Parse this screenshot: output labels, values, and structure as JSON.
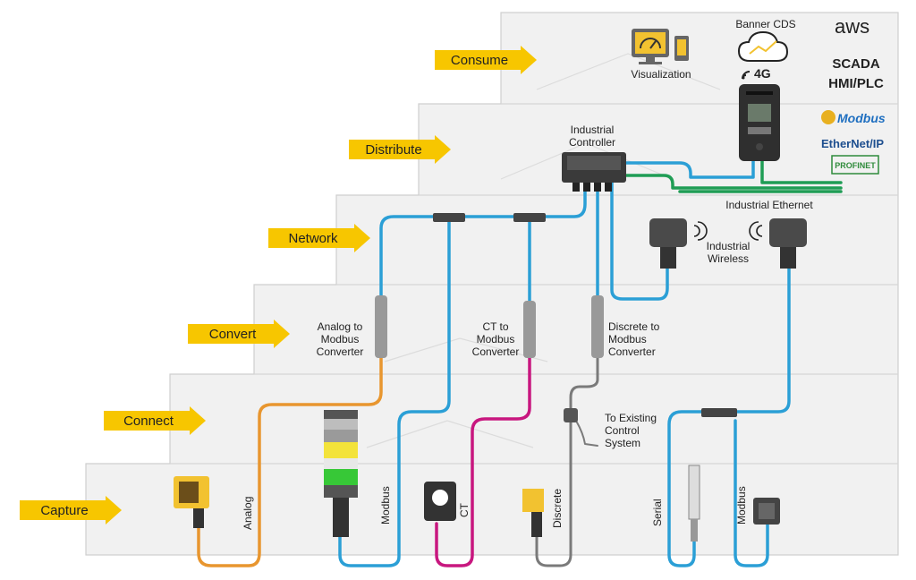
{
  "layers": [
    {
      "name": "Consume"
    },
    {
      "name": "Distribute"
    },
    {
      "name": "Network"
    },
    {
      "name": "Convert"
    },
    {
      "name": "Connect"
    },
    {
      "name": "Capture"
    }
  ],
  "cloud": {
    "visualization": "Visualization",
    "banner_cds": "Banner CDS",
    "cell": "4G",
    "aws": "aws",
    "scada": "SCADA",
    "hmi": "HMI/PLC"
  },
  "protocols": [
    "Modbus",
    "EtherNet/IP",
    "PROFINET"
  ],
  "labels": {
    "industrial_controller": "Industrial\nController",
    "industrial_ethernet": "Industrial Ethernet",
    "industrial_wireless": "Industrial\nWireless",
    "analog_converter": "Analog to\nModbus\nConverter",
    "ct_converter": "CT to\nModbus\nConverter",
    "discrete_converter": "Discrete to\nModbus\nConverter",
    "existing_system": "To Existing\nControl\nSystem"
  },
  "cable_labels": {
    "analog": "Analog",
    "modbus1": "Modbus",
    "ct": "CT",
    "discrete": "Discrete",
    "serial": "Serial",
    "modbus2": "Modbus"
  },
  "colors": {
    "blue": "#2b9fd6",
    "orange": "#e8962f",
    "magenta": "#c8177f",
    "green": "#1f9d55",
    "gray": "#7a7a7a",
    "arrow_yellow": "#f7c600",
    "step_bg": "#f0f0f0"
  }
}
